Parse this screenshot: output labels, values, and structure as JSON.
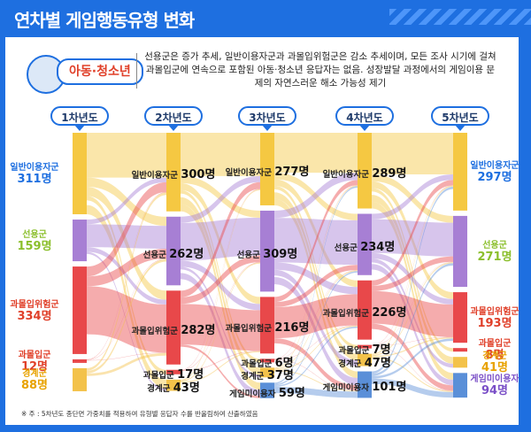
{
  "title": "연차별 게임행동유형 변화",
  "badge": "아동·청소년",
  "description": "선용군은 증가 추세, 일반이용자군과 과몰입위험군은 감소 추세이며, 모든 조사 시기에 걸쳐 과몰입군에 연속으로 포함된 아동·청소년 응답자는 없음. 성장발달 과정에서의 게임이용 문제의 자연스러운 해소 가능성 제기",
  "years": [
    "1차년도",
    "2차년도",
    "3차년도",
    "4차년도",
    "5차년도"
  ],
  "colors": {
    "일반이용자군": "#f5c842",
    "선용군": "#a77fd4",
    "과몰입위험군": "#e8484a",
    "과몰입군": "#e8484a",
    "경계군": "#f3c24a",
    "게임미이용자": "#5a8fd8"
  },
  "columns": [
    {
      "year": "1차년도",
      "nodes": [
        {
          "name": "일반이용자군",
          "count": "311명",
          "value": 311
        },
        {
          "name": "선용군",
          "count": "159명",
          "value": 159
        },
        {
          "name": "과몰입위험군",
          "count": "334명",
          "value": 334
        },
        {
          "name": "과몰입군",
          "count": "12명",
          "value": 12
        },
        {
          "name": "경계군",
          "count": "88명",
          "value": 88
        }
      ]
    },
    {
      "year": "2차년도",
      "nodes": [
        {
          "name": "일반이용자군",
          "count": "300명",
          "value": 300
        },
        {
          "name": "선용군",
          "count": "262명",
          "value": 262
        },
        {
          "name": "과몰입위험군",
          "count": "282명",
          "value": 282
        },
        {
          "name": "과몰입군",
          "count": "17명",
          "value": 17
        },
        {
          "name": "경계군",
          "count": "43명",
          "value": 43
        }
      ]
    },
    {
      "year": "3차년도",
      "nodes": [
        {
          "name": "일반이용자군",
          "count": "277명",
          "value": 277
        },
        {
          "name": "선용군",
          "count": "309명",
          "value": 309
        },
        {
          "name": "과몰입위험군",
          "count": "216명",
          "value": 216
        },
        {
          "name": "과몰입군",
          "count": "6명",
          "value": 6
        },
        {
          "name": "경계군",
          "count": "37명",
          "value": 37
        },
        {
          "name": "게임미이용자",
          "count": "59명",
          "value": 59
        }
      ]
    },
    {
      "year": "4차년도",
      "nodes": [
        {
          "name": "일반이용자군",
          "count": "289명",
          "value": 289
        },
        {
          "name": "선용군",
          "count": "234명",
          "value": 234
        },
        {
          "name": "과몰입위험군",
          "count": "226명",
          "value": 226
        },
        {
          "name": "과몰입군",
          "count": "7명",
          "value": 7
        },
        {
          "name": "경계군",
          "count": "47명",
          "value": 47
        },
        {
          "name": "게임미이용자",
          "count": "101명",
          "value": 101
        }
      ]
    },
    {
      "year": "5차년도",
      "nodes": [
        {
          "name": "일반이용자군",
          "count": "297명",
          "value": 297
        },
        {
          "name": "선용군",
          "count": "271명",
          "value": 271
        },
        {
          "name": "과몰입위험군",
          "count": "193명",
          "value": 193
        },
        {
          "name": "과몰입군",
          "count": "8명",
          "value": 8
        },
        {
          "name": "경계군",
          "count": "41명",
          "value": 41
        },
        {
          "name": "게임미이용자",
          "count": "94명",
          "value": 94
        }
      ]
    }
  ],
  "note": "※ 주 : 5차년도 종단면 가중치를 적용하여 유형별 응답자 수를 반올림하여 산출하였음"
}
